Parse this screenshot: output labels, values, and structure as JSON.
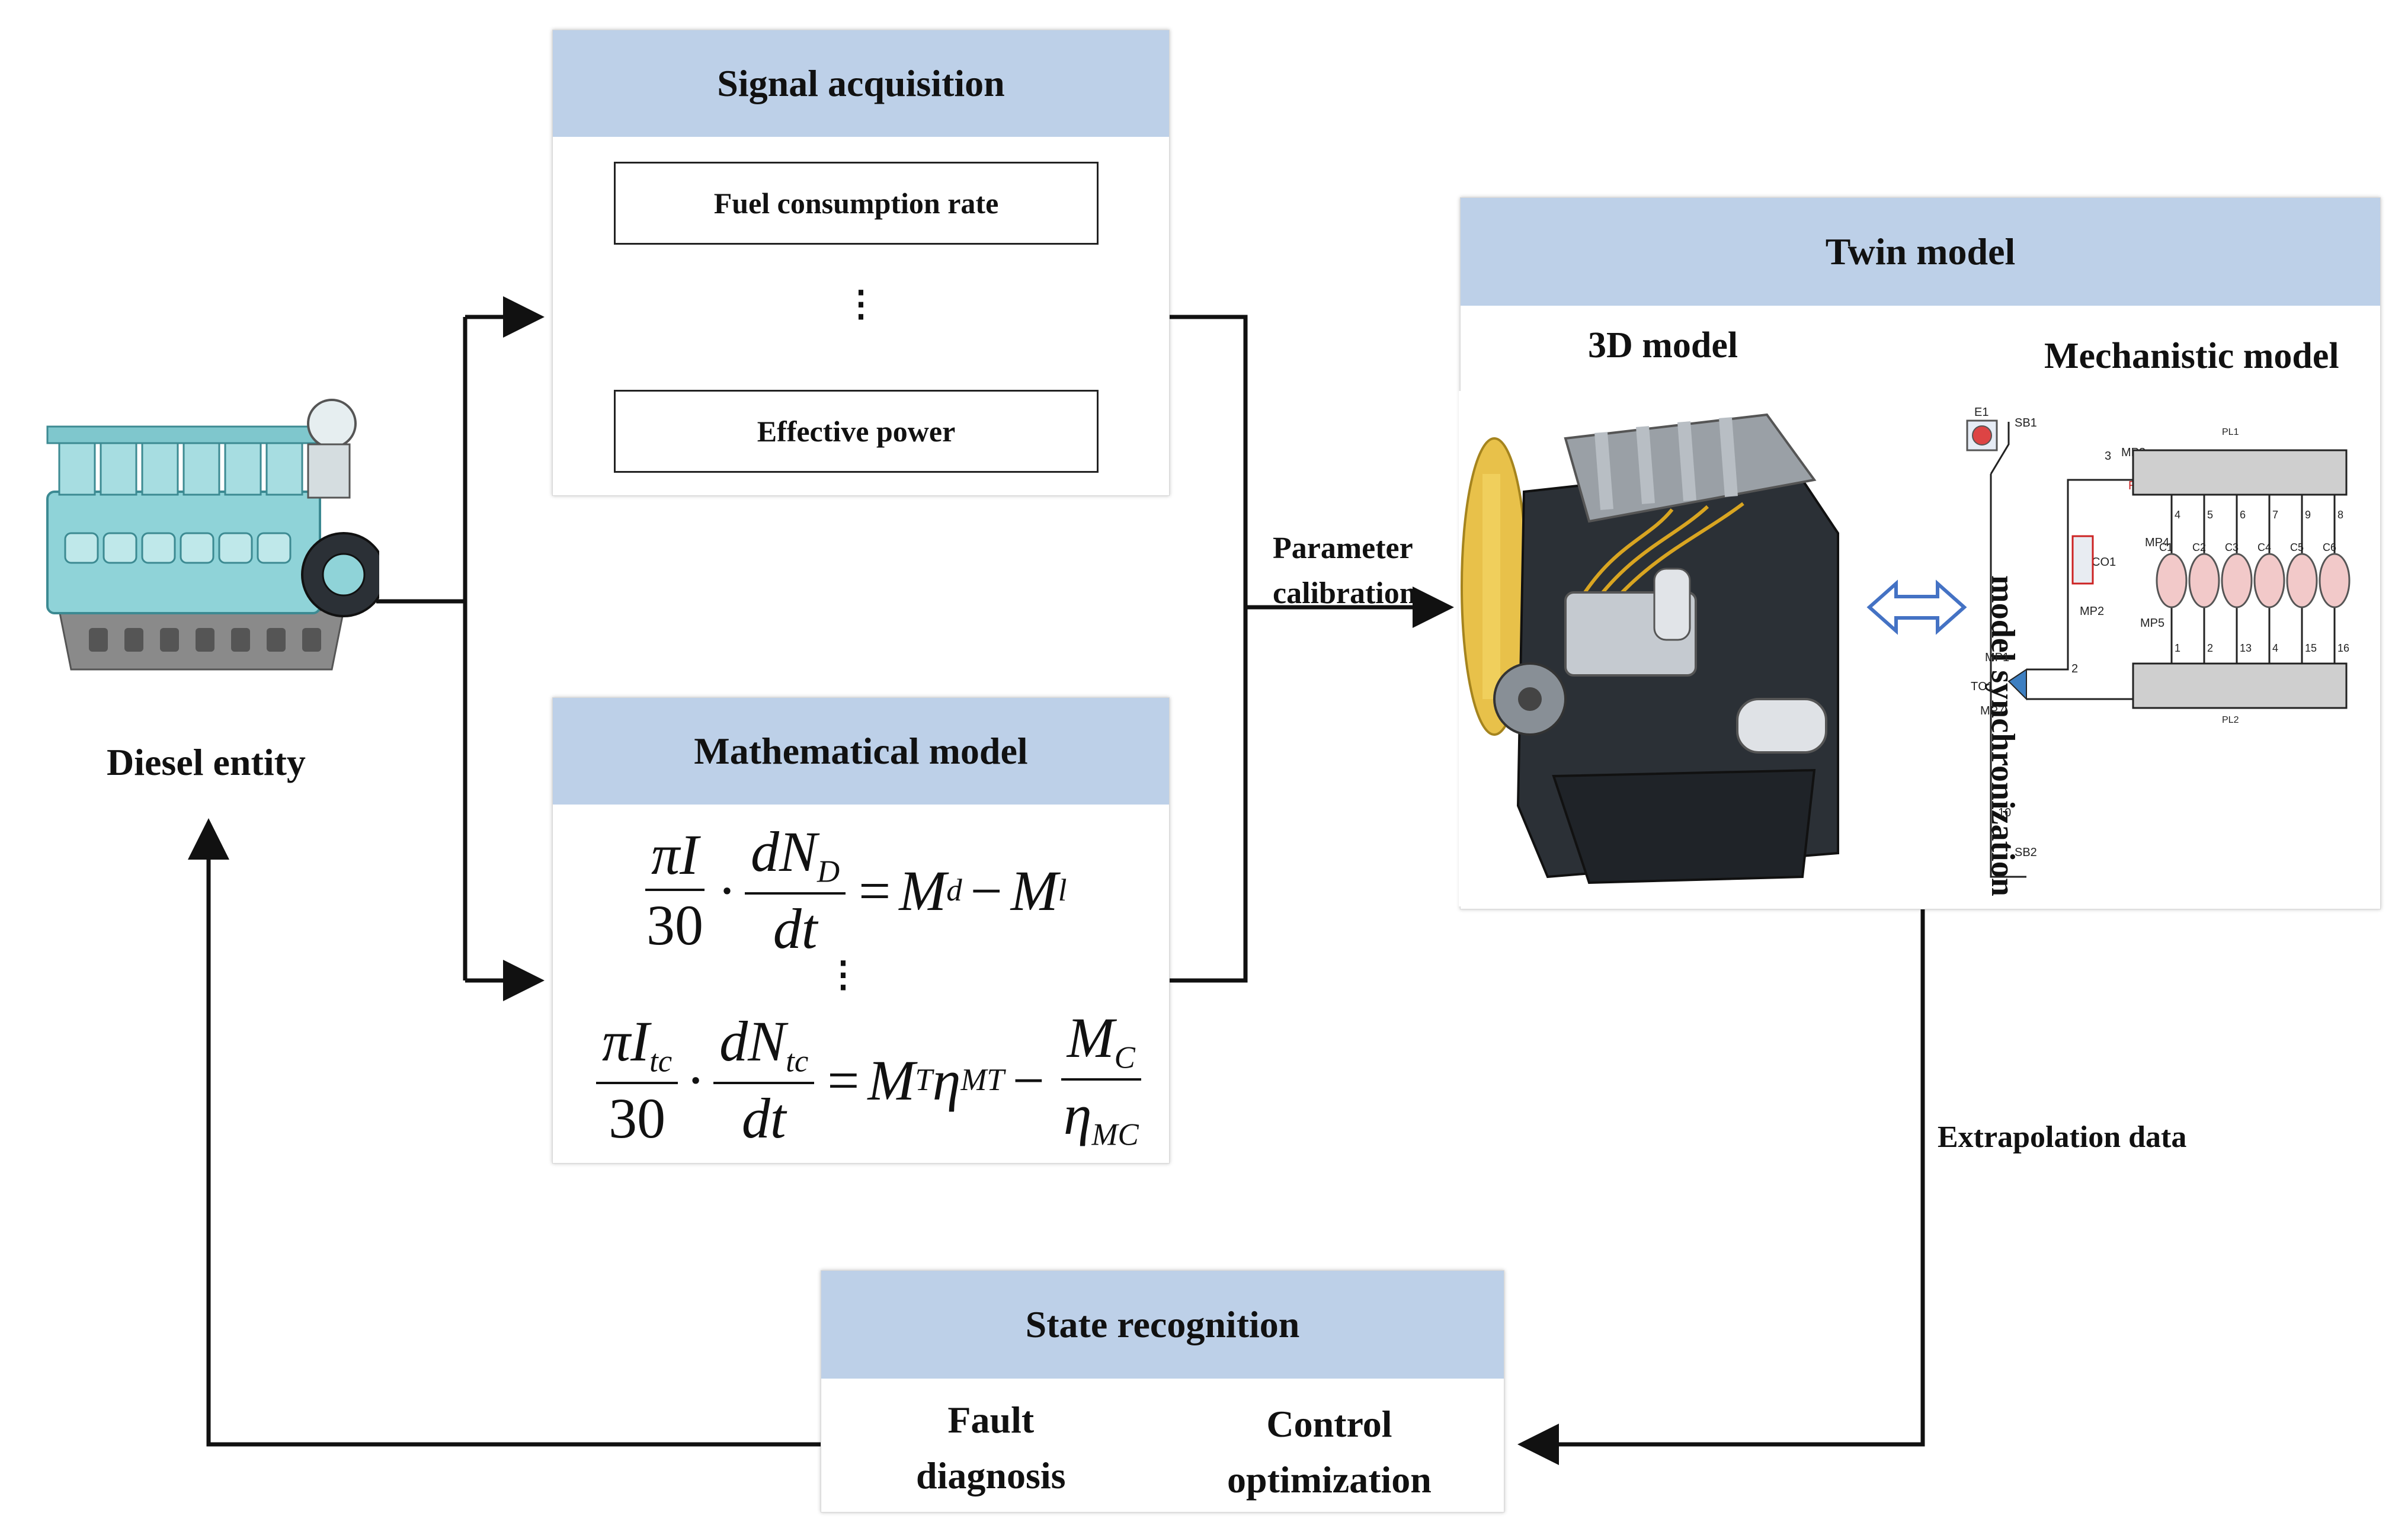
{
  "diesel_entity": {
    "label": "Diesel entity"
  },
  "signal_acquisition": {
    "title": "Signal acquisition",
    "items": [
      "Fuel consumption rate",
      "Effective power"
    ],
    "ellipsis": "⋮"
  },
  "mathematical_model": {
    "title": "Mathematical model",
    "ellipsis": "⋮",
    "eq1": {
      "lhs1_num": "πI",
      "lhs1_den": "30",
      "lhs2_num": "dN",
      "lhs2_num_sub": "D",
      "lhs2_den": "dt",
      "rhs_a": "M",
      "rhs_a_sub": "d",
      "rhs_b": "M",
      "rhs_b_sub": "l"
    },
    "eq2": {
      "lhs1_num": "πI",
      "lhs1_num_sub": "tc",
      "lhs1_den": "30",
      "lhs2_num": "dN",
      "lhs2_num_sub": "tc",
      "lhs2_den": "dt",
      "rhs_a": "M",
      "rhs_a_sub": "T",
      "rhs_eta": "η",
      "rhs_eta_sub": "MT",
      "rhs_frac_num": "M",
      "rhs_frac_num_sub": "C",
      "rhs_frac_den": "η",
      "rhs_frac_den_sub": "MC"
    }
  },
  "parameter_calibration": {
    "line1": "Parameter",
    "line2": "calibration"
  },
  "twin_model": {
    "title": "Twin model",
    "model_3d": "3D model",
    "mechanistic": "Mechanistic model",
    "sync_label": "model synchronization",
    "schematic": {
      "e1": "E1",
      "sb1": "SB1",
      "sb2": "SB2",
      "mp1": "MP1",
      "mp2": "MP2",
      "mp3": "MP3",
      "mp4": "MP4",
      "mp5": "MP5",
      "mp6": "MP6",
      "mp7": "MP7",
      "tc1": "TC1",
      "co1": "CO1",
      "pl1": "PL1",
      "pl2": "PL2",
      "r": "R",
      "cylinders": [
        "C1",
        "C2",
        "C3",
        "C4",
        "C5",
        "C6"
      ],
      "top_nums": [
        "4",
        "5",
        "6",
        "7",
        "9",
        "8"
      ],
      "bottom_nums": [
        "1",
        "2",
        "13",
        "4",
        "15",
        "16"
      ],
      "n3": "3",
      "n2": "2",
      "n10": "10"
    }
  },
  "extrapolation": {
    "label": "Extrapolation data"
  },
  "state_recognition": {
    "title": "State recognition",
    "item1_line1": "Fault",
    "item1_line2": "diagnosis",
    "item2_line1": "Control",
    "item2_line2": "optimization"
  },
  "colors": {
    "header_fill": "#bdd0e8",
    "arrow": "#111111",
    "sync_arrow": "#4472c4",
    "engine_teal": "#8fd3d8",
    "engine_dark": "#2b3036"
  }
}
